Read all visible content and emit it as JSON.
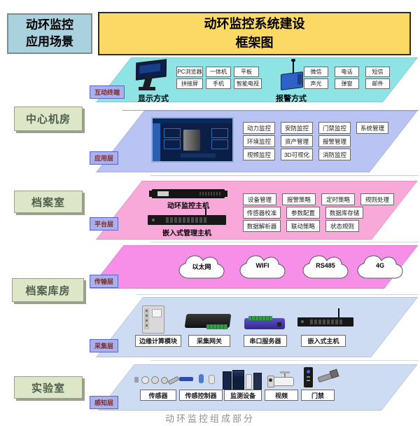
{
  "header": {
    "scenario_line1": "动环监控",
    "scenario_line2": "应用场景",
    "title_line1": "动环监控系统建设",
    "title_line2": "框架图"
  },
  "rooms": [
    "中心机房",
    "档案室",
    "档案库房",
    "实验室"
  ],
  "layers": {
    "interactive": {
      "tag": "互动终端",
      "display_caption": "显示方式",
      "display_items": [
        "PC浏览器",
        "一体机",
        "平板",
        "拼接屏",
        "手机",
        "智能电视"
      ],
      "alarm_caption": "报警方式",
      "alarm_items": [
        "微信",
        "电话",
        "短信",
        "声光",
        "弹窗",
        "邮件"
      ]
    },
    "application": {
      "tag": "应用层",
      "items": [
        "动力监控",
        "安防监控",
        "门禁监控",
        "系统管理",
        "环境监控",
        "资产管理",
        "报警管理",
        "视频监控",
        "3D可视化",
        "消防监控"
      ]
    },
    "platform": {
      "tag": "平台层",
      "device1": "动环监控主机",
      "device2": "嵌入式管理主机",
      "items": [
        "设备管理",
        "报警策略",
        "定时策略",
        "规则处理",
        "传感器校准",
        "参数配置",
        "数据库存储",
        "数据解析器",
        "联动策略",
        "状态规则"
      ]
    },
    "transport": {
      "tag": "传输层",
      "clouds": [
        "以太网",
        "WIFI",
        "RS485",
        "4G"
      ]
    },
    "collection": {
      "tag": "采集层",
      "devices": [
        "边缘计算模块",
        "采集网关",
        "串口服务器",
        "嵌入式主机"
      ]
    },
    "perception": {
      "tag": "感知层",
      "devices": [
        "传感器",
        "传感控制器",
        "监测设备",
        "视频",
        "门禁"
      ]
    }
  },
  "footer": {
    "caption": "动环监控组成部分"
  },
  "colors": {
    "scenario_box_bg": "#a9d2de",
    "title_box_bg": "#fbd964",
    "room_bg": "#dde7c8",
    "layer_interactive": "#8ee4e4",
    "layer_application": "#b9c4f5",
    "layer_platform": "#f9a9d9",
    "layer_transport": "#f78fe9",
    "layer_collection": "#cddcf2",
    "layer_perception": "#cddcf2",
    "tag_bg": "#a9b0ec",
    "tag_text": "#7d2b2b"
  }
}
